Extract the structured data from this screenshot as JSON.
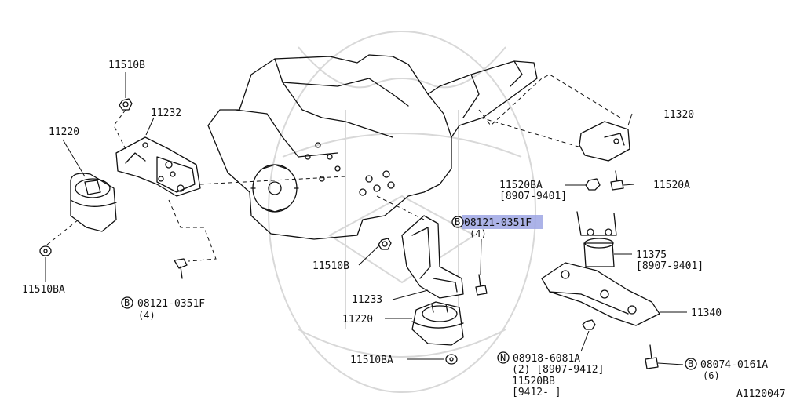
{
  "diagram_id": "A1120047",
  "labels": {
    "p11510B_top": "11510B",
    "p11232": "11232",
    "p11220_left": "11220",
    "p11510BA_left": "11510BA",
    "bolt_left_code": "08121-0351F",
    "bolt_left_qty": "(4)",
    "p11510B_mid": "11510B",
    "bolt_mid_code_hl": "08121-035",
    "bolt_mid_code_rest": "1F",
    "bolt_mid_qty": "(4)",
    "p11233": "11233",
    "p11220_mid": "11220",
    "p11510BA_mid": "11510BA",
    "p11320": "11320",
    "p11520BA": "11520BA",
    "p11520BA_date": "[8907-9401]",
    "p11520A": "11520A",
    "p11375": "11375",
    "p11375_date": "[8907-9401]",
    "p11340": "11340",
    "nut_code": "08918-6081A",
    "nut_qty_date": "(2) [8907-9412]",
    "p11520BB": "11520BB",
    "p11520BB_date": "[9412-     ]",
    "bolt_right_code": "08074-0161A",
    "bolt_right_qty": "(6)"
  },
  "prefix_marks": {
    "bolt": "B",
    "nut": "N"
  },
  "highlight_color": "#9da6e4"
}
